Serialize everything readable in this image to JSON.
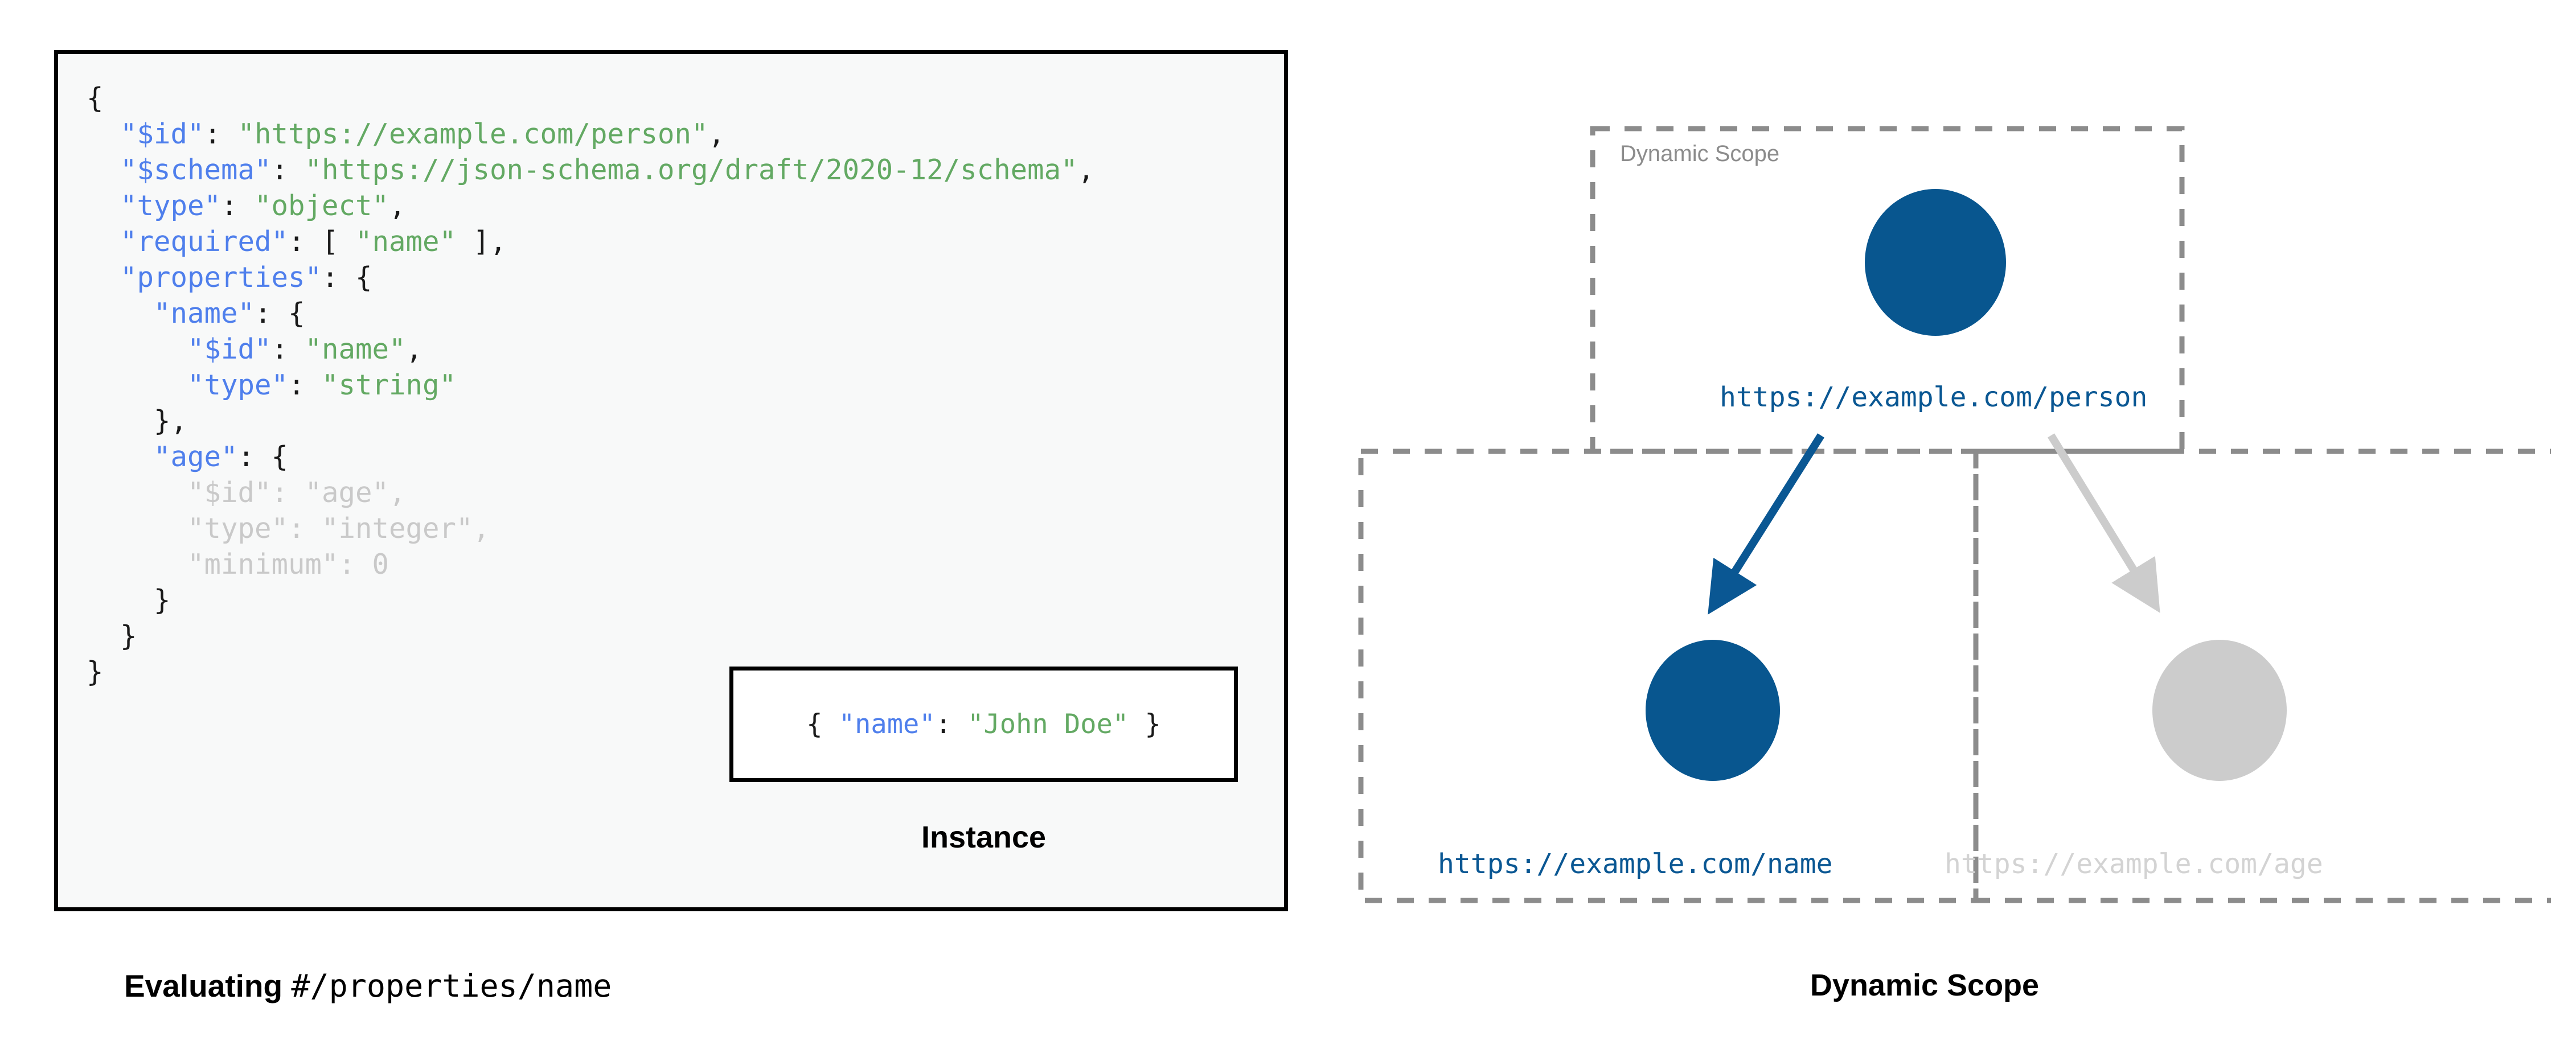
{
  "left_panel": {
    "code_lines": [
      [
        {
          "t": "{",
          "c": "p"
        }
      ],
      [
        {
          "t": "  ",
          "c": "p"
        },
        {
          "t": "\"$id\"",
          "c": "k"
        },
        {
          "t": ": ",
          "c": "p"
        },
        {
          "t": "\"https://example.com/person\"",
          "c": "s"
        },
        {
          "t": ",",
          "c": "p"
        }
      ],
      [
        {
          "t": "  ",
          "c": "p"
        },
        {
          "t": "\"$schema\"",
          "c": "k"
        },
        {
          "t": ": ",
          "c": "p"
        },
        {
          "t": "\"https://json-schema.org/draft/2020-12/schema\"",
          "c": "s"
        },
        {
          "t": ",",
          "c": "p"
        }
      ],
      [
        {
          "t": "  ",
          "c": "p"
        },
        {
          "t": "\"type\"",
          "c": "k"
        },
        {
          "t": ": ",
          "c": "p"
        },
        {
          "t": "\"object\"",
          "c": "s"
        },
        {
          "t": ",",
          "c": "p"
        }
      ],
      [
        {
          "t": "  ",
          "c": "p"
        },
        {
          "t": "\"required\"",
          "c": "k"
        },
        {
          "t": ": [ ",
          "c": "p"
        },
        {
          "t": "\"name\"",
          "c": "s"
        },
        {
          "t": " ],",
          "c": "p"
        }
      ],
      [
        {
          "t": "  ",
          "c": "p"
        },
        {
          "t": "\"properties\"",
          "c": "k"
        },
        {
          "t": ": {",
          "c": "p"
        }
      ],
      [
        {
          "t": "    ",
          "c": "p"
        },
        {
          "t": "\"name\"",
          "c": "k"
        },
        {
          "t": ": {",
          "c": "p"
        }
      ],
      [
        {
          "t": "      ",
          "c": "p"
        },
        {
          "t": "\"$id\"",
          "c": "k"
        },
        {
          "t": ": ",
          "c": "p"
        },
        {
          "t": "\"name\"",
          "c": "s"
        },
        {
          "t": ",",
          "c": "p"
        }
      ],
      [
        {
          "t": "      ",
          "c": "p"
        },
        {
          "t": "\"type\"",
          "c": "k"
        },
        {
          "t": ": ",
          "c": "p"
        },
        {
          "t": "\"string\"",
          "c": "s"
        }
      ],
      [
        {
          "t": "    },",
          "c": "p"
        }
      ],
      [
        {
          "t": "    ",
          "c": "p"
        },
        {
          "t": "\"age\"",
          "c": "k"
        },
        {
          "t": ": {",
          "c": "p"
        }
      ],
      [
        {
          "t": "      ",
          "c": "dim-p"
        },
        {
          "t": "\"$id\"",
          "c": "dim-k"
        },
        {
          "t": ": ",
          "c": "dim-p"
        },
        {
          "t": "\"age\"",
          "c": "dim-s"
        },
        {
          "t": ",",
          "c": "dim-p"
        }
      ],
      [
        {
          "t": "      ",
          "c": "dim-p"
        },
        {
          "t": "\"type\"",
          "c": "dim-k"
        },
        {
          "t": ": ",
          "c": "dim-p"
        },
        {
          "t": "\"integer\"",
          "c": "dim-s"
        },
        {
          "t": ",",
          "c": "dim-p"
        }
      ],
      [
        {
          "t": "      ",
          "c": "dim-p"
        },
        {
          "t": "\"minimum\"",
          "c": "dim-k"
        },
        {
          "t": ": ",
          "c": "dim-p"
        },
        {
          "t": "0",
          "c": "dim-n"
        }
      ],
      [
        {
          "t": "    }",
          "c": "p"
        }
      ],
      [
        {
          "t": "  }",
          "c": "p"
        }
      ],
      [
        {
          "t": "}",
          "c": "p"
        }
      ]
    ],
    "instance": {
      "code": [
        {
          "t": "{ ",
          "c": "p"
        },
        {
          "t": "\"name\"",
          "c": "k"
        },
        {
          "t": ": ",
          "c": "p"
        },
        {
          "t": "\"John Doe\"",
          "c": "s"
        },
        {
          "t": " }",
          "c": "p"
        }
      ],
      "caption": "Instance"
    },
    "caption_prefix": "Evaluating ",
    "caption_pointer": "#/properties/name"
  },
  "right_diagram": {
    "scope_tag": "Dynamic Scope",
    "caption": "Dynamic Scope",
    "nodes": [
      {
        "id": "person",
        "label": "https://example.com/person",
        "color": "#08568f",
        "active": true
      },
      {
        "id": "name",
        "label": "https://example.com/name",
        "color": "#08568f",
        "active": true
      },
      {
        "id": "age",
        "label": "https://example.com/age",
        "color": "#cccccc",
        "active": false
      }
    ],
    "edges": [
      {
        "from": "person",
        "to": "name",
        "color": "#0a5793",
        "active": true
      },
      {
        "from": "person",
        "to": "age",
        "color": "#cccccc",
        "active": false
      }
    ]
  },
  "colors": {
    "accent_blue": "#08568f",
    "muted_gray": "#cccccc",
    "dash_gray": "#8c8c8c",
    "key_blue": "#4f7fec",
    "string_green": "#63a963",
    "panel_bg": "#f8f9f9",
    "border_black": "#000000"
  }
}
